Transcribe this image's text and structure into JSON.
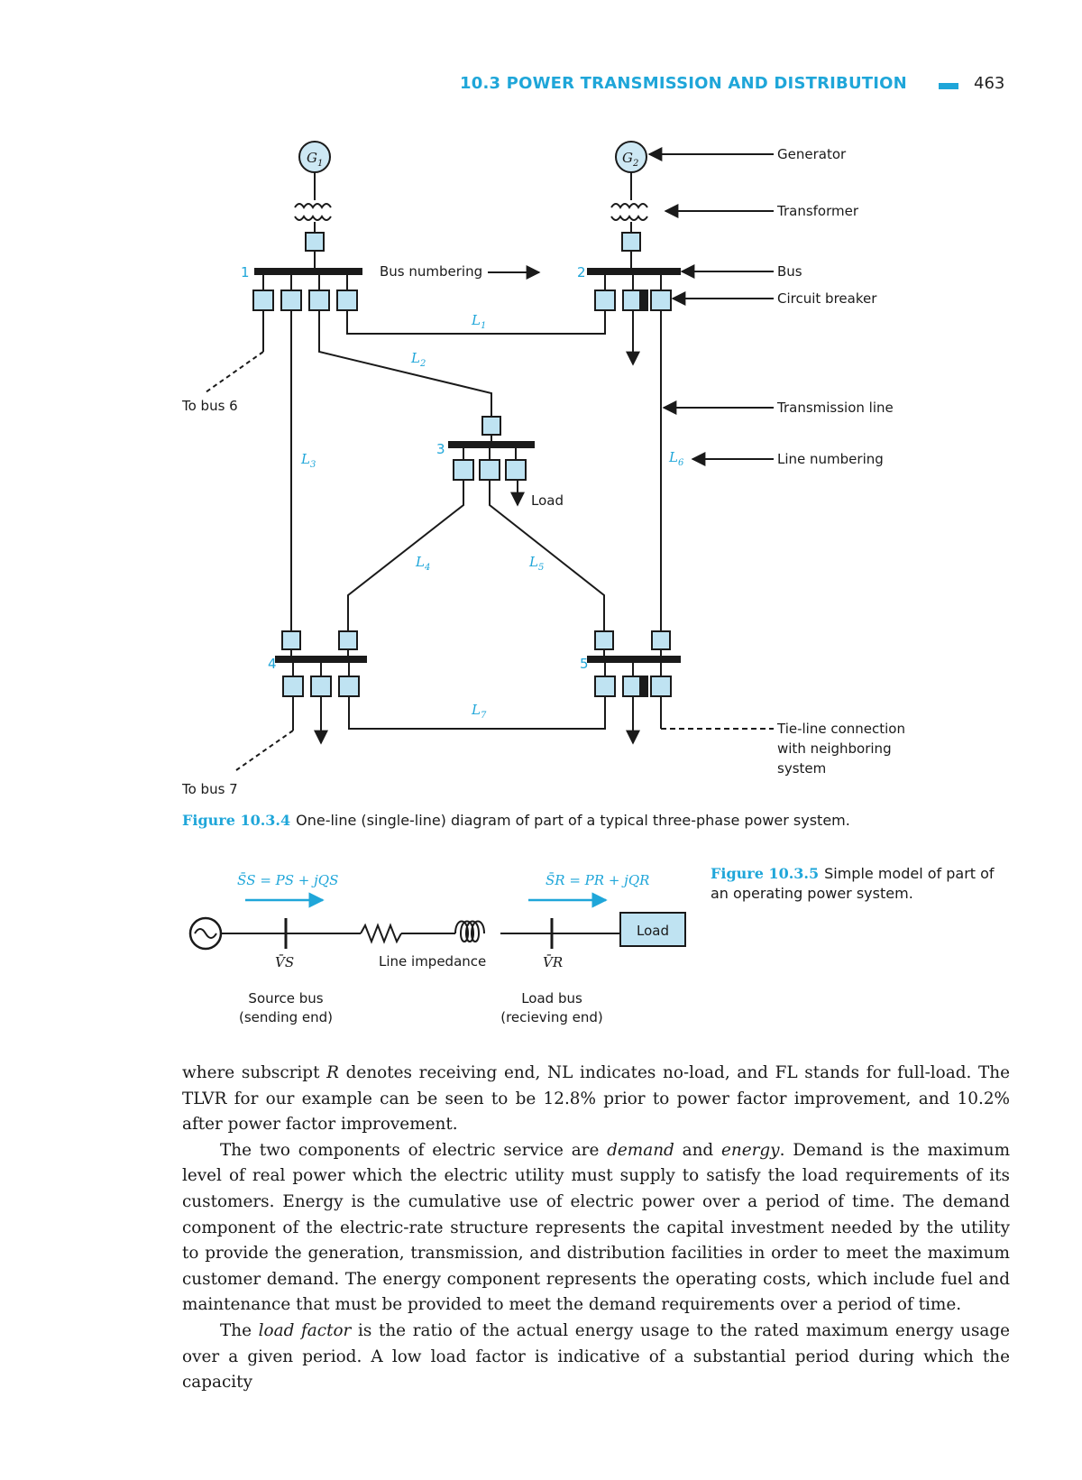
{
  "header": {
    "section": "10.3   POWER TRANSMISSION AND DISTRIBUTION",
    "page_number": "463"
  },
  "figure_1": {
    "generators": [
      "G",
      "G"
    ],
    "generator_subscripts": [
      "1",
      "2"
    ],
    "bus_numbers": [
      "1",
      "2",
      "3",
      "4",
      "5"
    ],
    "line_labels": [
      "L",
      "L",
      "L",
      "L",
      "L",
      "L",
      "L"
    ],
    "line_subscripts": [
      "1",
      "2",
      "3",
      "4",
      "5",
      "6",
      "7"
    ],
    "annotations": {
      "generator": "Generator",
      "transformer": "Transformer",
      "bus": "Bus",
      "circuit_breaker": "Circuit breaker",
      "bus_numbering": "Bus numbering",
      "transmission_line": "Transmission line",
      "line_numbering": "Line numbering",
      "to_bus_6": "To bus 6",
      "to_bus_7": "To bus 7",
      "load": "Load",
      "tie_line_1": "Tie-line connection",
      "tie_line_2": "with neighboring",
      "tie_line_3": "system"
    },
    "caption_label": "Figure 10.3.4",
    "caption_text": "One-line (single-line) diagram of part of a typical three-phase power system."
  },
  "figure_2": {
    "ss_equation": "S̄S = PS + jQS",
    "sr_equation": "S̄R = PR + jQR",
    "vs_label": "V̄S",
    "vr_label": "V̄R",
    "line_impedance": "Line impedance",
    "load": "Load",
    "source_bus_1": "Source bus",
    "source_bus_2": "(sending end)",
    "load_bus_1": "Load bus",
    "load_bus_2": "(recieving end)",
    "caption_label": "Figure 10.3.5",
    "caption_text": "Simple model of part of an operating power system."
  },
  "body": {
    "p1_a": "where subscript ",
    "p1_b": "R",
    "p1_c": " denotes receiving end, NL indicates no-load, and FL stands for full-load. The TLVR for our example can be seen to be 12.8% prior to power factor improvement, and 10.2% after power factor improvement.",
    "p2_a": "The two components of electric service are ",
    "p2_b": "demand",
    "p2_c": " and ",
    "p2_d": "energy",
    "p2_e": ". Demand is the maximum level of real power which the electric utility must supply to satisfy the load requirements of its customers. Energy is the cumulative use of electric power over a period of time. The demand component of the electric-rate structure represents the capital investment needed by the utility to provide the generation, transmission, and distribution facilities in order to meet the maximum customer demand. The energy component represents the operating costs, which include fuel and maintenance that must be provided to meet the demand requirements over a period of time.",
    "p3_a": "The ",
    "p3_b": "load factor",
    "p3_c": " is the ratio of the actual energy usage to the rated maximum energy usage over a given period. A low load factor is indicative of a substantial period during which the capacity"
  }
}
